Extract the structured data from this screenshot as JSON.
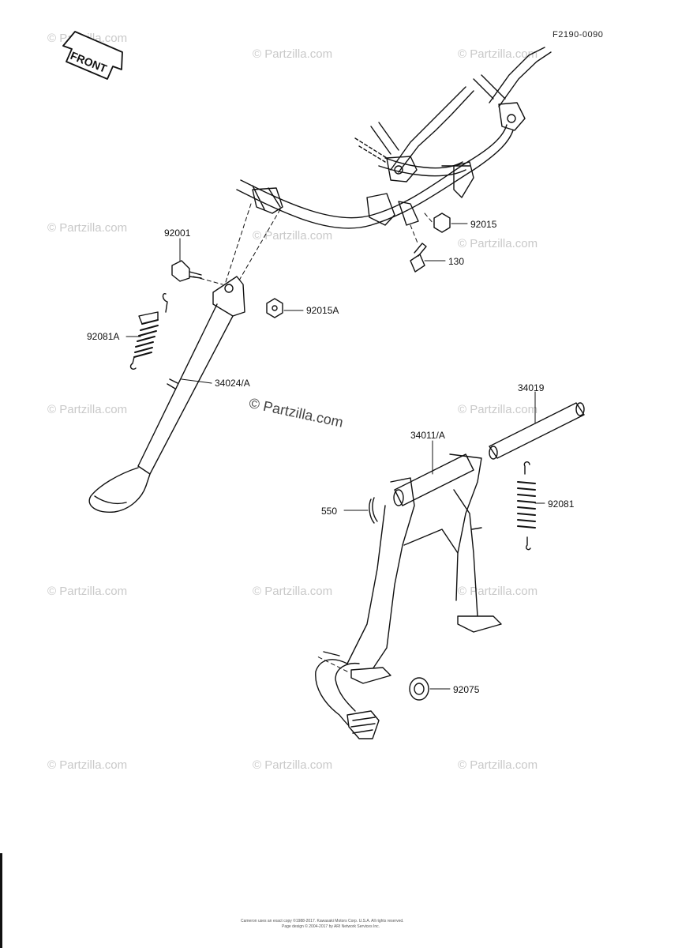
{
  "diagram": {
    "code": "F2190-0090",
    "front_label": "FRONT",
    "watermark_center": "© Partzilla.com",
    "watermark_tile": "© Partzilla.com",
    "footer_lines": [
      "Cameron uses an exact copy ©1988-2017. Kawasaki Motors Corp. U.S.A. All rights reserved.",
      "Page design © 2004-2017 by ARI Network Services Inc."
    ],
    "parts": [
      {
        "id": "92001"
      },
      {
        "id": "92081A"
      },
      {
        "id": "92015A"
      },
      {
        "id": "34024/A"
      },
      {
        "id": "92015"
      },
      {
        "id": "130"
      },
      {
        "id": "34019"
      },
      {
        "id": "34011/A"
      },
      {
        "id": "550"
      },
      {
        "id": "92081"
      },
      {
        "id": "92075"
      }
    ]
  }
}
